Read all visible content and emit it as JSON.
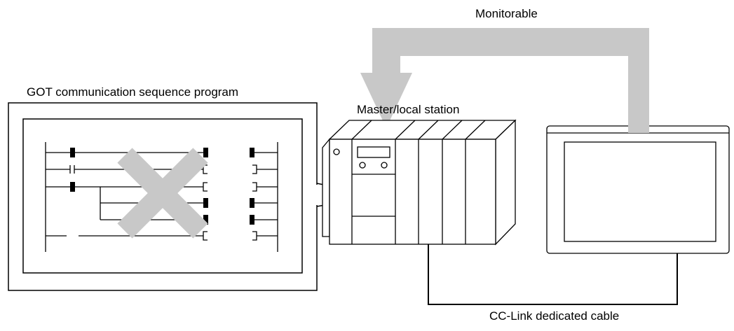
{
  "labels": {
    "monitorable": "Monitorable",
    "program_title": "GOT communication sequence program",
    "master_station": "Master/local station",
    "cable": "CC-Link dedicated cable"
  },
  "colors": {
    "arrow": "#c8c8c8",
    "cross": "#c8c8c8",
    "line": "#000000",
    "background": "#ffffff"
  },
  "icons": [
    "ladder-program-diagram",
    "prohibited-cross-icon",
    "plc-rack",
    "got-display-panel",
    "data-flow-arrow"
  ]
}
